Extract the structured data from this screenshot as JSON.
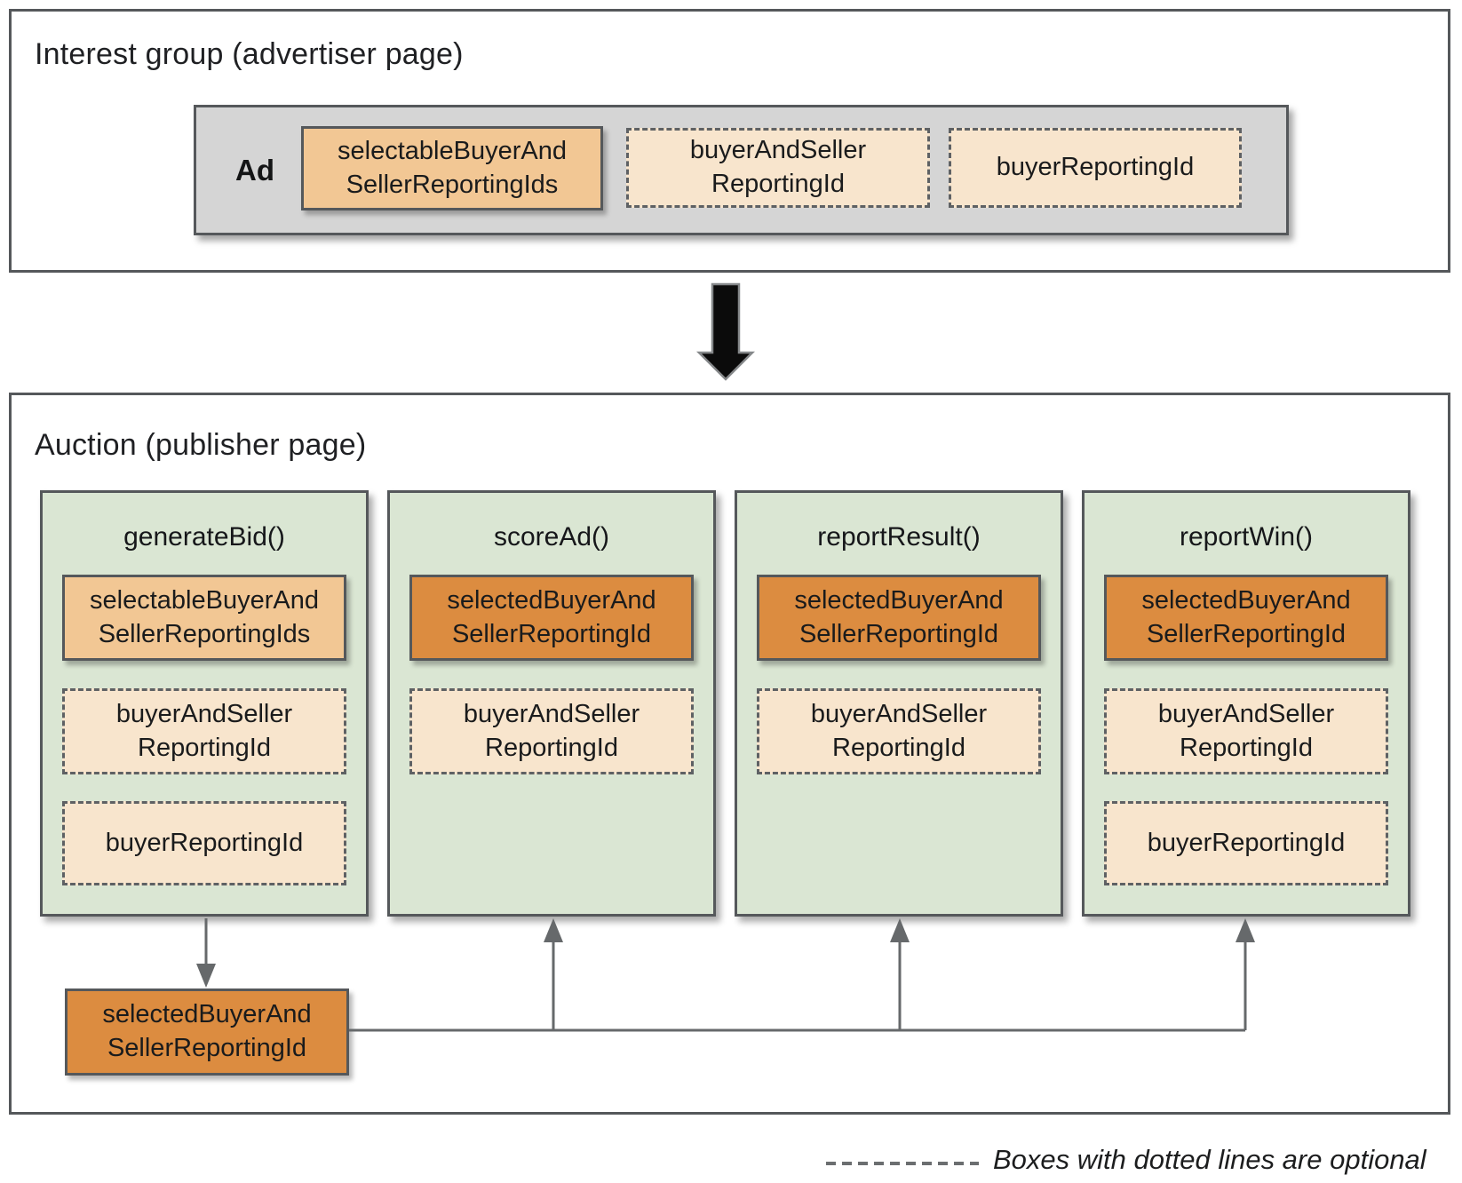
{
  "interest_group": {
    "title": "Interest group (advertiser page)",
    "ad_label": "Ad",
    "boxes": [
      {
        "label": "selectableBuyerAnd\nSellerReportingIds",
        "optional": false
      },
      {
        "label": "buyerAndSeller\nReportingId",
        "optional": true
      },
      {
        "label": "buyerReportingId",
        "optional": true
      }
    ]
  },
  "auction": {
    "title": "Auction (publisher page)",
    "columns": [
      {
        "title": "generateBid()",
        "boxes": [
          {
            "label": "selectableBuyerAnd\nSellerReportingIds",
            "optional": false,
            "variant": "light"
          },
          {
            "label": "buyerAndSeller\nReportingId",
            "optional": true
          },
          {
            "label": "buyerReportingId",
            "optional": true
          }
        ]
      },
      {
        "title": "scoreAd()",
        "boxes": [
          {
            "label": "selectedBuyerAnd\nSellerReportingId",
            "optional": false,
            "variant": "dark"
          },
          {
            "label": "buyerAndSeller\nReportingId",
            "optional": true
          }
        ]
      },
      {
        "title": "reportResult()",
        "boxes": [
          {
            "label": "selectedBuyerAnd\nSellerReportingId",
            "optional": false,
            "variant": "dark"
          },
          {
            "label": "buyerAndSeller\nReportingId",
            "optional": true
          }
        ]
      },
      {
        "title": "reportWin()",
        "boxes": [
          {
            "label": "selectedBuyerAnd\nSellerReportingId",
            "optional": false,
            "variant": "dark"
          },
          {
            "label": "buyerAndSeller\nReportingId",
            "optional": true
          },
          {
            "label": "buyerReportingId",
            "optional": true
          }
        ]
      }
    ],
    "output_box": {
      "label": "selectedBuyerAnd\nSellerReportingId"
    }
  },
  "legend": {
    "label": "Boxes with dotted lines are optional"
  },
  "colors": {
    "light_orange": "#f2c794",
    "dark_orange": "#dc8c40",
    "cream": "#f8e5cd",
    "green": "#dae6d3",
    "gray": "#d5d5d5",
    "border": "#55585b",
    "connector": "#66696b",
    "big_arrow": "#0b0b0b"
  }
}
